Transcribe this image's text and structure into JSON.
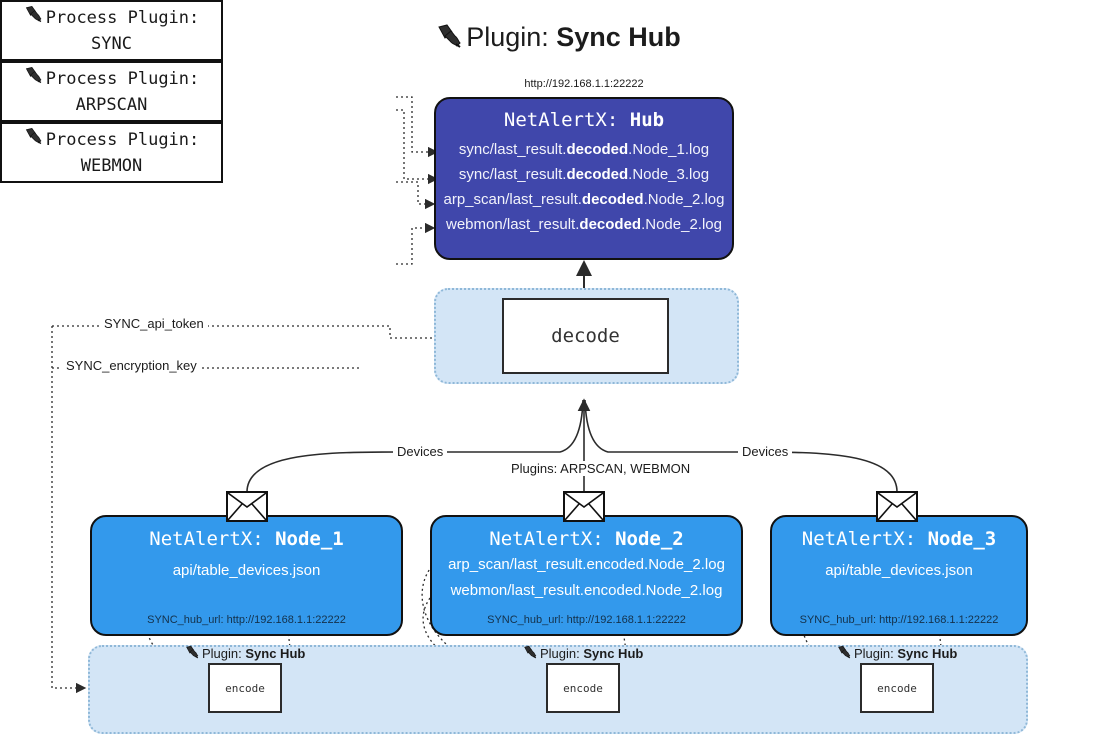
{
  "title": {
    "icon": "plug-icon",
    "prefix": "Plugin:",
    "name": "Sync Hub"
  },
  "hub": {
    "url": "http://192.168.1.1:22222",
    "title_prefix": "NetAlertX:",
    "title_name": "Hub",
    "lines": [
      {
        "pre": "sync/last_result.",
        "em": "decoded",
        "post": ".Node_1.log"
      },
      {
        "pre": "sync/last_result.",
        "em": "decoded",
        "post": ".Node_3.log"
      },
      {
        "pre": "arp_scan/last_result.",
        "em": "decoded",
        "post": ".Node_2.log"
      },
      {
        "pre": "webmon/last_result.",
        "em": "decoded",
        "post": ".Node_2.log"
      }
    ]
  },
  "process_plugins": [
    {
      "icon": "plug-icon",
      "label": "Process Plugin:",
      "name": "SYNC"
    },
    {
      "icon": "plug-icon",
      "label": "Process Plugin:",
      "name": "ARPSCAN"
    },
    {
      "icon": "plug-icon",
      "label": "Process Plugin:",
      "name": "WEBMON"
    }
  ],
  "decode": {
    "label": "decode"
  },
  "settings_edges": [
    {
      "label": "SYNC_api_token"
    },
    {
      "label": "SYNC_encryption_key"
    }
  ],
  "connector_labels": {
    "devices_left": "Devices",
    "devices_right": "Devices",
    "plugins_center": "Plugins: ARPSCAN, WEBMON"
  },
  "nodes": [
    {
      "title_prefix": "NetAlertX:",
      "title_name": "Node_1",
      "lines": [
        "api/table_devices.json"
      ],
      "foot": "SYNC_hub_url: http://192.168.1.1:22222",
      "envelope_icon": "envelope-icon"
    },
    {
      "title_prefix": "NetAlertX:",
      "title_name": "Node_2",
      "lines": [
        "arp_scan/last_result.encoded.Node_2.log",
        "webmon/last_result.encoded.Node_2.log"
      ],
      "foot": "SYNC_hub_url: http://192.168.1.1:22222",
      "envelope_icon": "envelope-icon"
    },
    {
      "title_prefix": "NetAlertX:",
      "title_name": "Node_3",
      "lines": [
        "api/table_devices.json"
      ],
      "foot": "SYNC_hub_url: http://192.168.1.1:22222",
      "envelope_icon": "envelope-icon"
    }
  ],
  "encoders": [
    {
      "icon": "plug-icon",
      "plugin_prefix": "Plugin:",
      "plugin_name": "Sync Hub",
      "label": "encode"
    },
    {
      "icon": "plug-icon",
      "plugin_prefix": "Plugin:",
      "plugin_name": "Sync Hub",
      "label": "encode"
    },
    {
      "icon": "plug-icon",
      "plugin_prefix": "Plugin:",
      "plugin_name": "Sync Hub",
      "label": "encode"
    }
  ],
  "colors": {
    "hub_fill": "#4047ab",
    "node_fill": "#3399ec",
    "container_fill": "#d3e5f6",
    "container_border": "#8fb8d8",
    "stroke": "#111111"
  }
}
